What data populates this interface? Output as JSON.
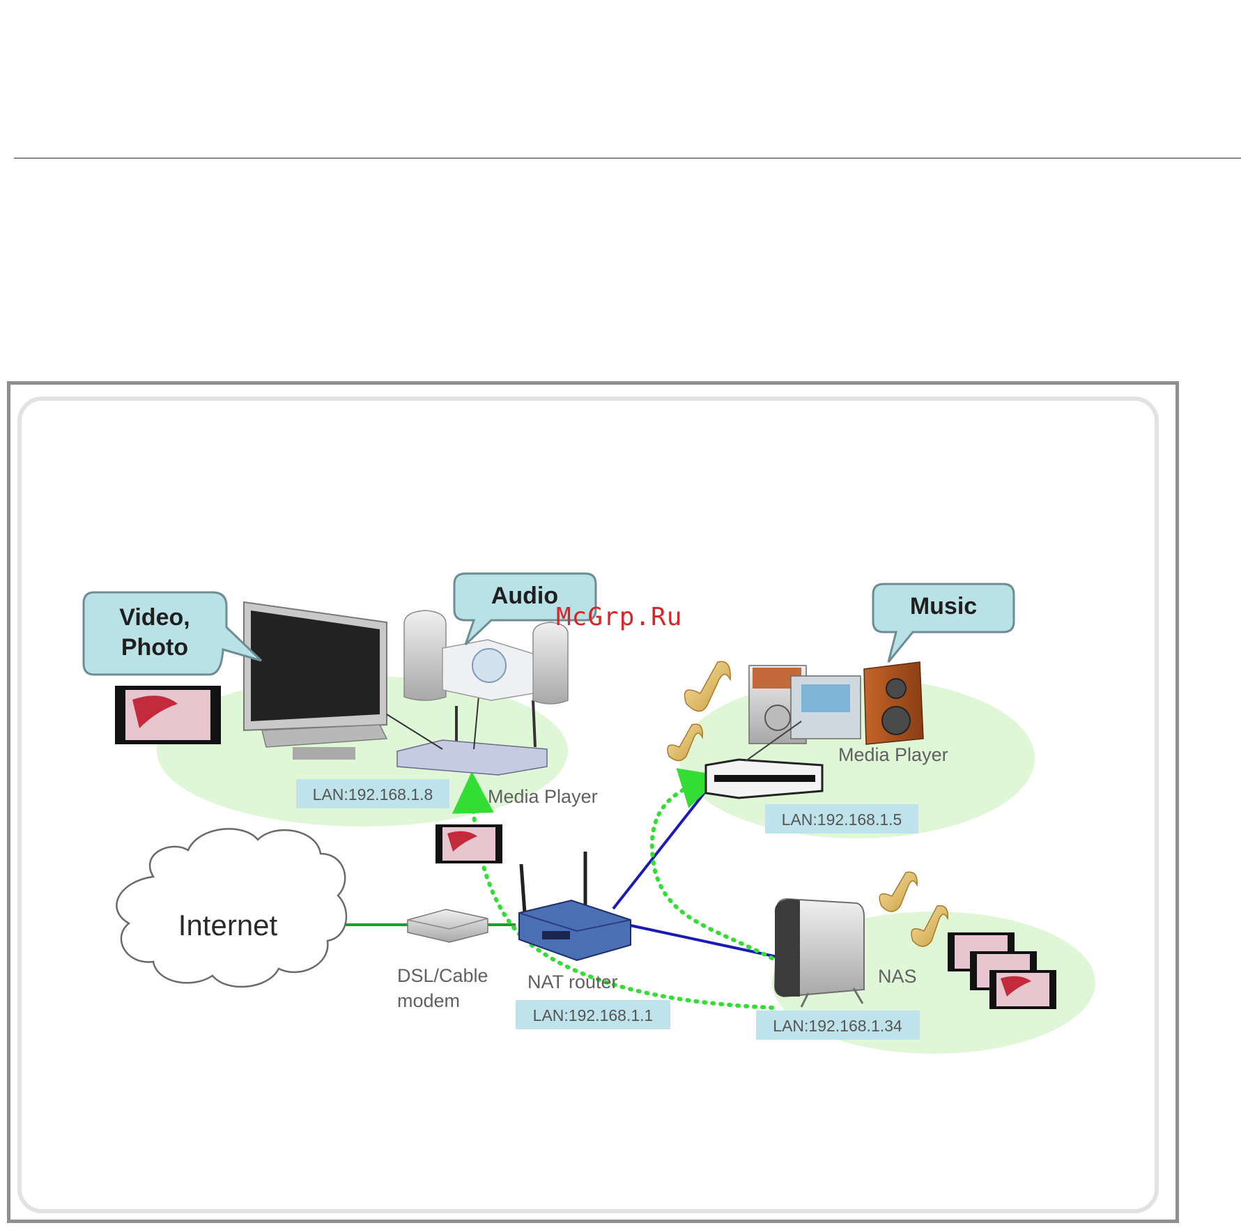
{
  "watermark": "McGrp.Ru",
  "bubbles": {
    "video_line1": "Video,",
    "video_line2": "Photo",
    "audio": "Audio",
    "music": "Music"
  },
  "labels": {
    "media_player_left": "Media Player",
    "media_player_right": "Media Player",
    "internet": "Internet",
    "modem_line1": "DSL/Cable",
    "modem_line2": "modem",
    "router": "NAT router",
    "nas": "NAS"
  },
  "lan": {
    "left_player": "LAN:192.168.1.8",
    "right_player": "LAN:192.168.1.5",
    "router": "LAN:192.168.1.1",
    "nas": "LAN:192.168.1.34"
  },
  "colors": {
    "wired_green": "#1a9e2a",
    "wired_blue": "#1a1ab8",
    "stream_dotted": "#33dd33",
    "zone_fill": "#dff7d6",
    "bubble_fill": "#b9e2e6",
    "lan_fill": "#bfe3ea"
  }
}
